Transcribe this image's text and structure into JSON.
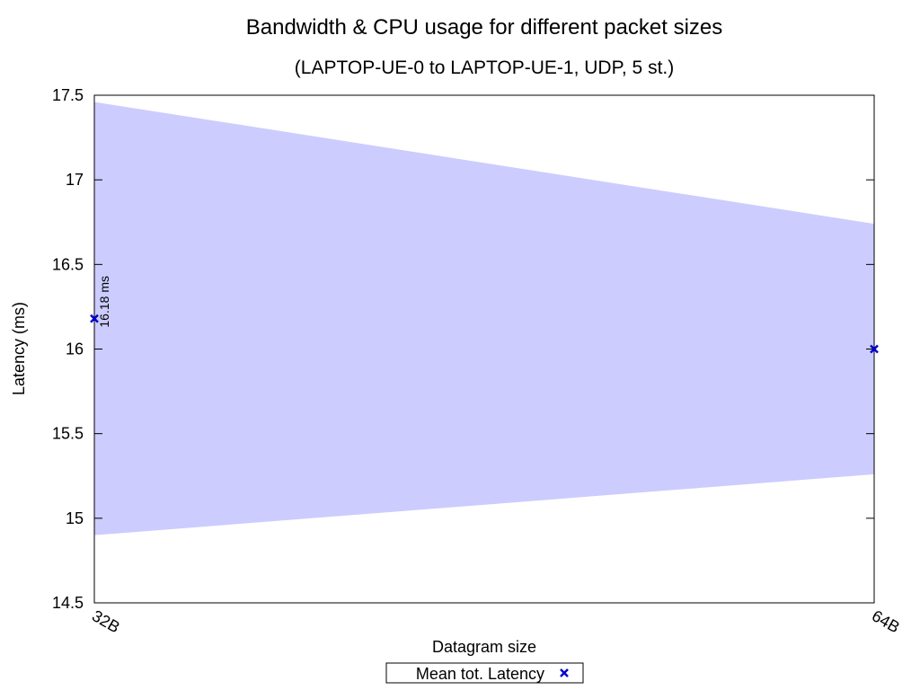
{
  "chart_data": {
    "type": "area",
    "title": "Bandwidth & CPU usage for different packet sizes",
    "subtitle": "(LAPTOP-UE-0 to LAPTOP-UE-1, UDP, 5 st.)",
    "xlabel": "Datagram size",
    "ylabel": "Latency (ms)",
    "categories": [
      "32B",
      "64B"
    ],
    "ylim": [
      14.5,
      17.5
    ],
    "yticks": [
      "14.5",
      "15",
      "15.5",
      "16",
      "16.5",
      "17",
      "17.5"
    ],
    "grid": false,
    "legend_position": "bottom-center",
    "band": {
      "lower": [
        14.9,
        15.26
      ],
      "upper": [
        17.46,
        16.74
      ],
      "color": "#ccccff"
    },
    "series": [
      {
        "name": "Mean tot. Latency",
        "values": [
          16.18,
          16.0
        ],
        "marker": "x",
        "color": "#0000cc"
      }
    ],
    "annotations": [
      {
        "category": "32B",
        "value": 16.18,
        "text": "16.18 ms"
      }
    ]
  }
}
